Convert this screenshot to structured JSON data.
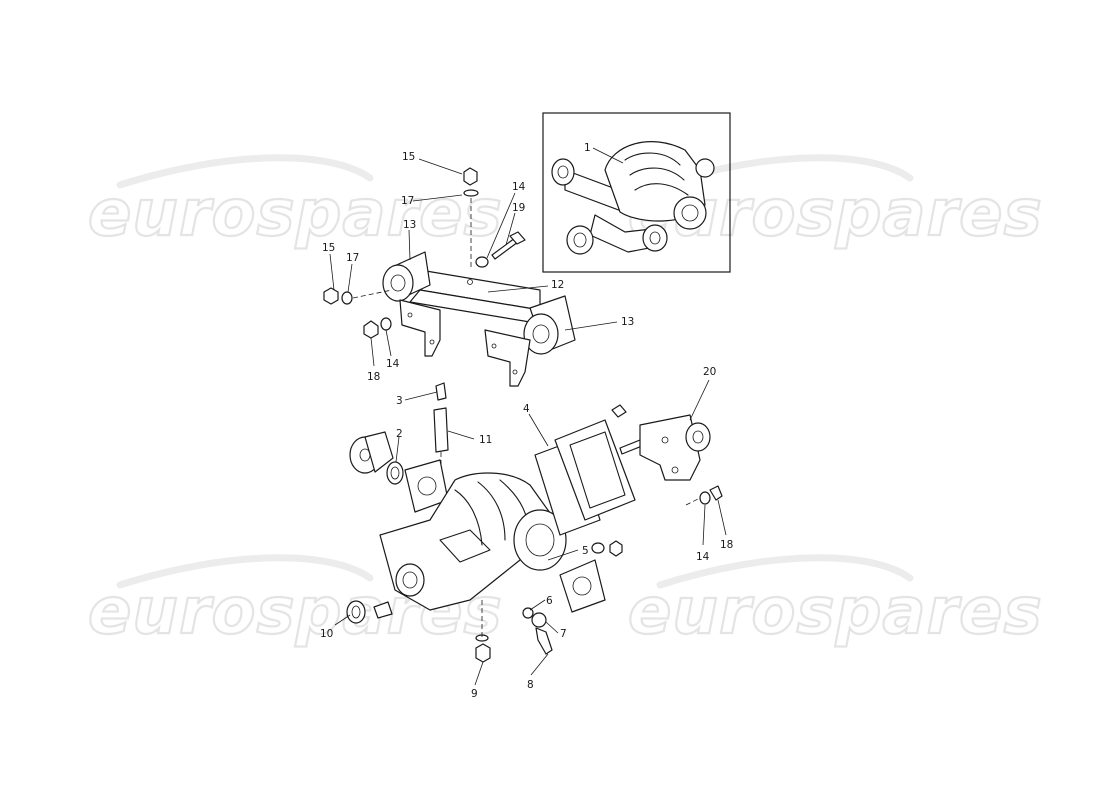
{
  "watermark": {
    "text": "eurospares",
    "color": "#e4e4e4"
  },
  "callouts": [
    {
      "id": "c1",
      "label": "1"
    },
    {
      "id": "c2",
      "label": "2"
    },
    {
      "id": "c3",
      "label": "3"
    },
    {
      "id": "c4",
      "label": "4"
    },
    {
      "id": "c5",
      "label": "5"
    },
    {
      "id": "c6",
      "label": "6"
    },
    {
      "id": "c7",
      "label": "7"
    },
    {
      "id": "c8",
      "label": "8"
    },
    {
      "id": "c9",
      "label": "9"
    },
    {
      "id": "c10",
      "label": "10"
    },
    {
      "id": "c11",
      "label": "11"
    },
    {
      "id": "c12",
      "label": "12"
    },
    {
      "id": "c13a",
      "label": "13"
    },
    {
      "id": "c13b",
      "label": "13"
    },
    {
      "id": "c14a",
      "label": "14"
    },
    {
      "id": "c14b",
      "label": "14"
    },
    {
      "id": "c14c",
      "label": "14"
    },
    {
      "id": "c15a",
      "label": "15"
    },
    {
      "id": "c15b",
      "label": "15"
    },
    {
      "id": "c17a",
      "label": "17"
    },
    {
      "id": "c17b",
      "label": "17"
    },
    {
      "id": "c18a",
      "label": "18"
    },
    {
      "id": "c18b",
      "label": "18"
    },
    {
      "id": "c19",
      "label": "19"
    },
    {
      "id": "c20",
      "label": "20"
    }
  ],
  "colors": {
    "line": "#1a1a1a",
    "background": "#ffffff",
    "watermark": "#e4e4e4"
  }
}
